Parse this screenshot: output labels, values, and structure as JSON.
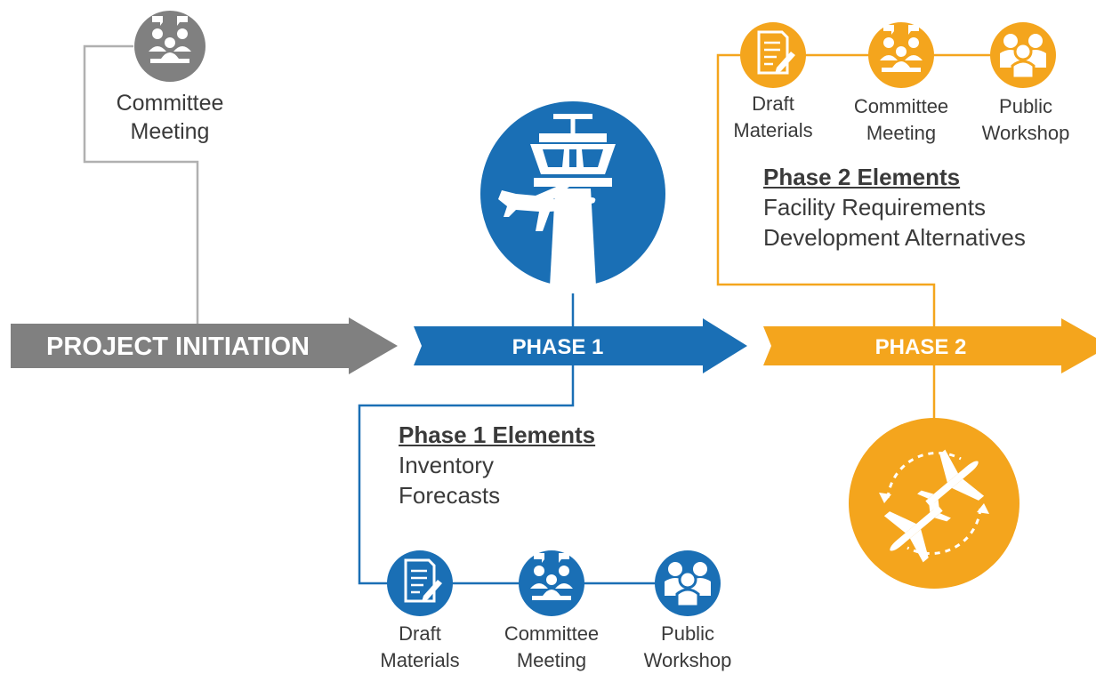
{
  "arrows": {
    "project_initiation": "PROJECT INITIATION",
    "phase1": "PHASE 1",
    "phase2": "PHASE 2"
  },
  "initiation": {
    "committee_label": [
      "Committee",
      "Meeting"
    ]
  },
  "phase1": {
    "elements_heading": "Phase 1 Elements",
    "elements": [
      "Inventory",
      "Forecasts"
    ],
    "activities": [
      {
        "line1": "Draft",
        "line2": "Materials",
        "icon": "draft-materials-icon"
      },
      {
        "line1": "Committee",
        "line2": "Meeting",
        "icon": "committee-meeting-icon"
      },
      {
        "line1": "Public",
        "line2": "Workshop",
        "icon": "public-workshop-icon"
      }
    ],
    "big_icon": "control-tower-icon"
  },
  "phase2": {
    "elements_heading": "Phase 2 Elements",
    "elements": [
      "Facility Requirements",
      "Development Alternatives"
    ],
    "activities": [
      {
        "line1": "Draft",
        "line2": "Materials",
        "icon": "draft-materials-icon"
      },
      {
        "line1": "Committee",
        "line2": "Meeting",
        "icon": "committee-meeting-icon"
      },
      {
        "line1": "Public",
        "line2": "Workshop",
        "icon": "public-workshop-icon"
      }
    ],
    "big_icon": "circling-planes-icon"
  },
  "colors": {
    "gray": "#808080",
    "blue": "#1a6fb5",
    "orange": "#f4a51d",
    "connector_gray": "#b0b0b0"
  }
}
